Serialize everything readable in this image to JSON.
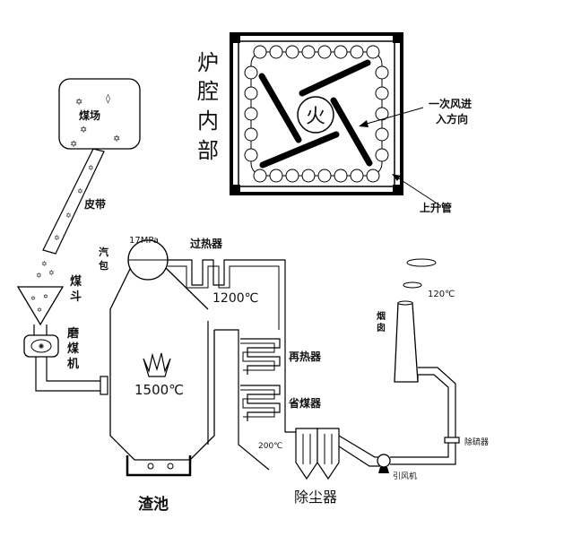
{
  "furnace_section": {
    "side_label": [
      "炉",
      "腔",
      "内",
      "部"
    ],
    "center": "火",
    "air_label_line1": "一次风进",
    "air_label_line2": "入方向",
    "riser_label": "上升管"
  },
  "coal": {
    "yard": "煤场",
    "belt": "皮带",
    "hopper": [
      "煤",
      "斗"
    ],
    "mill": [
      "磨",
      "煤",
      "机"
    ]
  },
  "boiler": {
    "drum": [
      "汽",
      "包"
    ],
    "pressure": "17MPa",
    "superheater": "过热器",
    "superheater_temp": "1200℃",
    "reheater": "再热器",
    "economizer": "省煤器",
    "furnace_temp": "1500℃",
    "exit_temp": "200℃",
    "slag_pool": "渣池"
  },
  "flue": {
    "dust_collector": "除尘器",
    "fan": "引风机",
    "desulfurizer": "除硫器",
    "chimney": [
      "烟",
      "囱"
    ],
    "chimney_temp": "120℃"
  }
}
